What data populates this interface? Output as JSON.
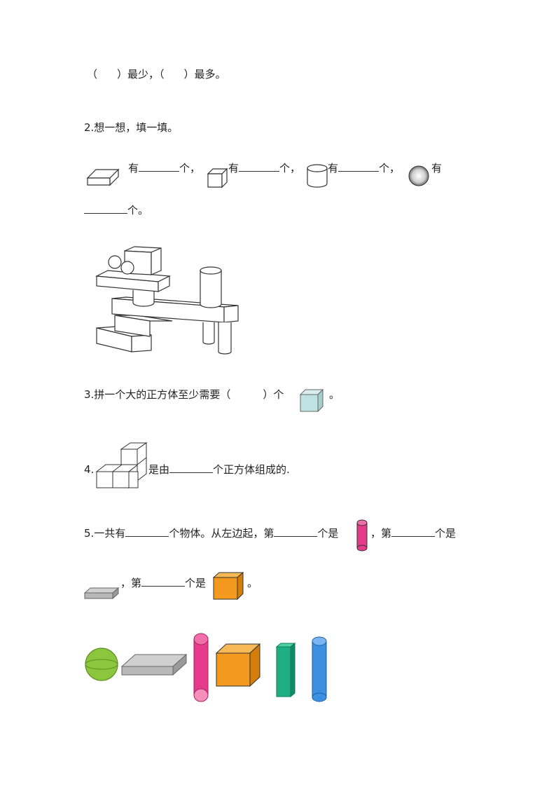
{
  "line1": {
    "open1": "（",
    "close1": "）最少，",
    "open2": "（",
    "close2": "）最多。"
  },
  "q2": {
    "title": "2.想一想，填一填。",
    "you": "有",
    "ge_comma": "个，",
    "ge_end": "个。"
  },
  "q3": {
    "text_before": "3.拼一个大的正方体至少需要（",
    "text_after": "）个",
    "end": "。"
  },
  "q4": {
    "prefix": "4.",
    "text_mid": "是由",
    "text_end": "个正方体组成的."
  },
  "q5": {
    "line1_start": "5.一共有",
    "line1_mid": "个物体。从左边起，第",
    "ge_shi": "个是",
    "comma_di": "，第",
    "line2_start": "，第",
    "end": "。"
  },
  "colors": {
    "pink": "#e63b8a",
    "orange": "#f39a1e",
    "green_ball": "#8cc63f",
    "teal": "#1fae84",
    "blue": "#3d8fe0",
    "gray_slab": "#b8b8b8",
    "light_cube": "#bfe3e3"
  }
}
